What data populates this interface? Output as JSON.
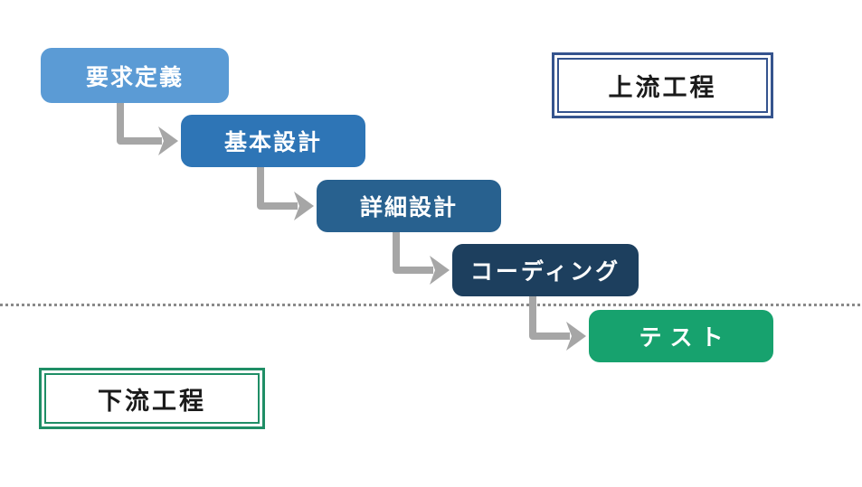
{
  "diagram": {
    "type": "waterfall-process-flow",
    "background": "#ffffff",
    "steps": [
      {
        "id": "requirements-definition",
        "label": "要求定義",
        "color": "#5b9bd5",
        "text_color": "#ffffff"
      },
      {
        "id": "basic-design",
        "label": "基本設計",
        "color": "#2e75b6",
        "text_color": "#ffffff"
      },
      {
        "id": "detailed-design",
        "label": "詳細設計",
        "color": "#28618f",
        "text_color": "#ffffff"
      },
      {
        "id": "coding",
        "label": "コーディング",
        "color": "#1d3f5e",
        "text_color": "#ffffff"
      },
      {
        "id": "test",
        "label": "テスト",
        "color": "#17a26e",
        "text_color": "#ffffff"
      }
    ],
    "phase_labels": {
      "upstream": {
        "text": "上流工程",
        "border_color": "#35548e",
        "text_color": "#1a1a1a"
      },
      "downstream": {
        "text": "下流工程",
        "border_color": "#1f8e66",
        "text_color": "#1a1a1a"
      }
    },
    "arrow_color": "#a6a6a6",
    "divider_color": "#8a8a8a"
  }
}
